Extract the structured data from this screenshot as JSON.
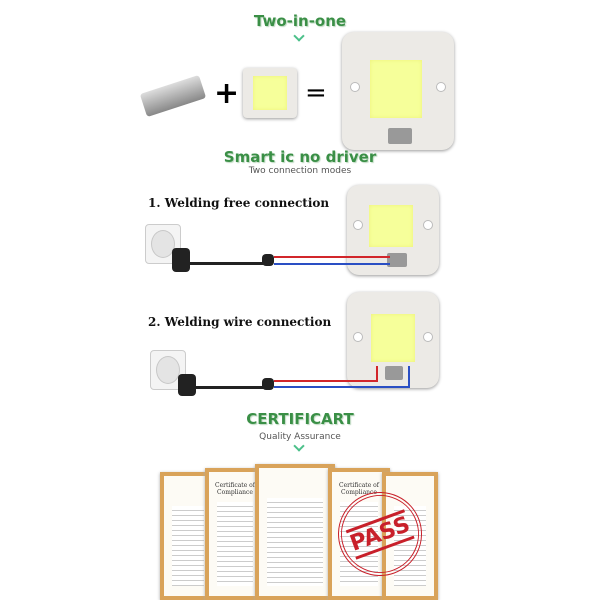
{
  "section1": {
    "title": "Two-in-one"
  },
  "section2": {
    "title": "Smart ic no driver",
    "subtitle": "Two connection modes"
  },
  "steps": [
    {
      "label": "1. Welding free connection"
    },
    {
      "label": "2. Welding wire connection"
    }
  ],
  "section3": {
    "title": "CERTIFICART",
    "subtitle": "Quality Assurance"
  },
  "operators": {
    "plus": "+",
    "equals": "="
  },
  "certificates": [
    {
      "title": ""
    },
    {
      "title": "Certificate of Compliance"
    },
    {
      "title": ""
    },
    {
      "title": "Certificate of Compliance"
    },
    {
      "title": ""
    }
  ],
  "stamp": {
    "text": "PASS"
  },
  "colors": {
    "accent": "#3a8f46",
    "chevron": "#4cc08a",
    "wire_red": "#d2262b",
    "wire_blue": "#2a4fc4",
    "frame": "#d9a35a",
    "stamp": "#c8202a"
  }
}
